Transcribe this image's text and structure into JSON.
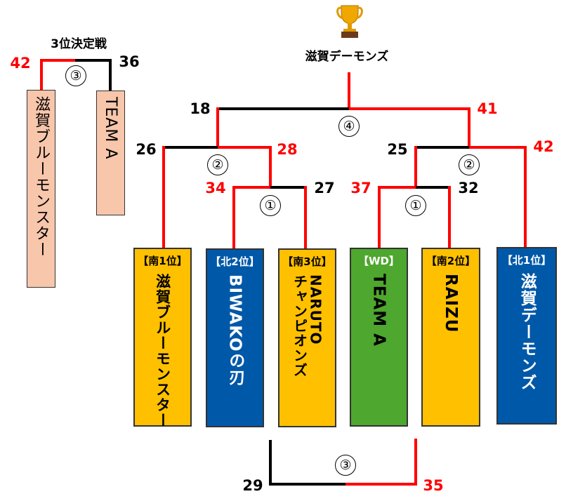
{
  "champion": {
    "label": "滋賀デーモンズ",
    "icon": "trophy-icon"
  },
  "third_place_match": {
    "title": "3位決定戦",
    "round": "③",
    "left": {
      "name": "滋賀ブルーモンスター",
      "score": "42",
      "winner": true
    },
    "right": {
      "name": "TEAM A",
      "score": "36",
      "winner": false
    }
  },
  "teams": [
    {
      "tag": "【南1位】",
      "name": "滋賀ブルーモンスター",
      "color": "yellow"
    },
    {
      "tag": "【北2位】",
      "name": "BIWAKOの刃",
      "color": "blue"
    },
    {
      "tag": "【南3位】",
      "name": "NARUTO\nチャンピオンズ",
      "color": "yellow"
    },
    {
      "tag": "【WD】",
      "name": "TEAM A",
      "color": "green"
    },
    {
      "tag": "【南2位】",
      "name": "RAIZU",
      "color": "yellow"
    },
    {
      "tag": "【北1位】",
      "name": "滋賀デーモンズ",
      "color": "blue"
    }
  ],
  "rounds": {
    "qf_left": {
      "round": "①",
      "left_score": "34",
      "right_score": "27"
    },
    "qf_right": {
      "round": "①",
      "left_score": "37",
      "right_score": "32"
    },
    "sf_left": {
      "round": "②",
      "left_score": "26",
      "right_score": "28"
    },
    "sf_right": {
      "round": "②",
      "left_score": "25",
      "right_score": "42"
    },
    "final": {
      "round": "④",
      "left_score": "18",
      "right_score": "41"
    },
    "bottom": {
      "round": "③",
      "left_score": "29",
      "right_score": "35"
    }
  },
  "colors": {
    "win_line": "#ff0000",
    "lose_line": "#000000",
    "yellow": "#ffc000",
    "blue": "#0058a8",
    "green": "#4ea72e",
    "peach": "#f7c6ab"
  }
}
